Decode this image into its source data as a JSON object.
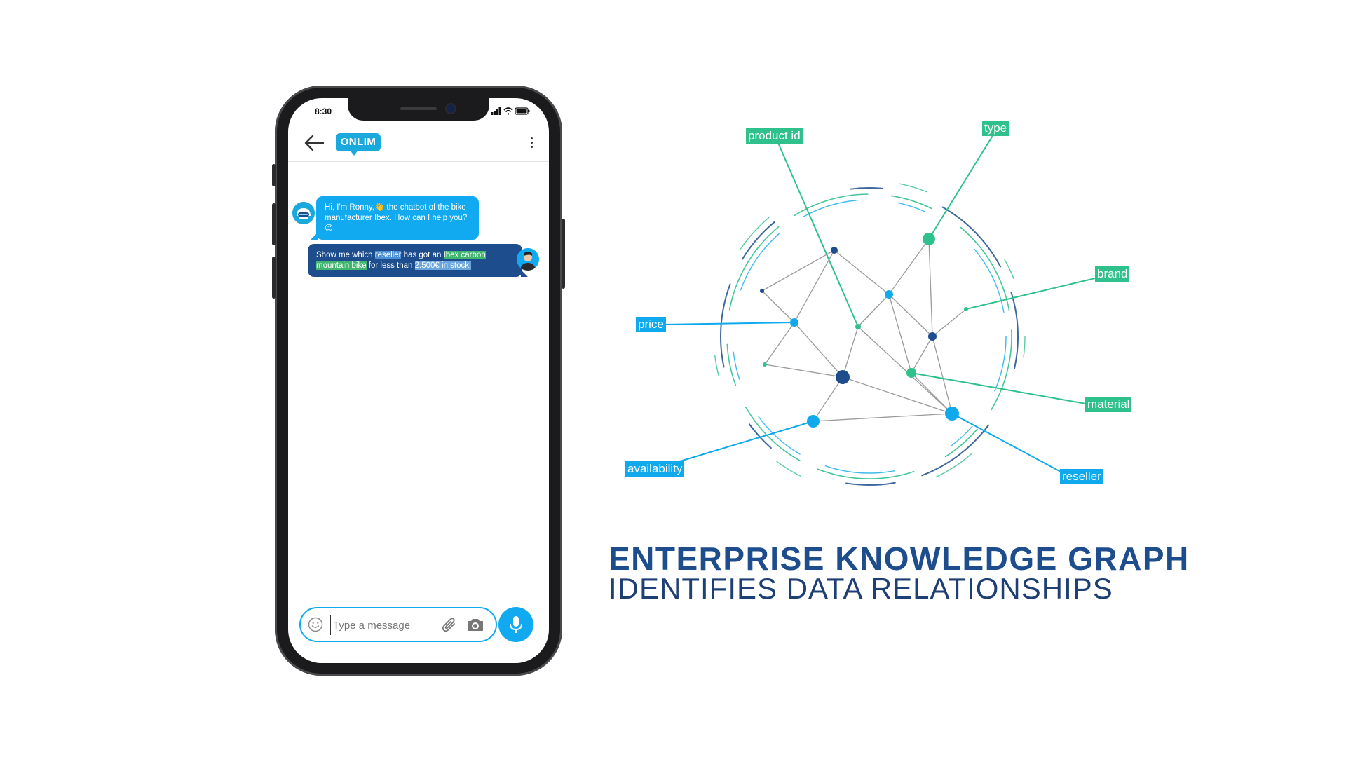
{
  "phone": {
    "status_time": "8:30",
    "status_icons": [
      "signal-icon",
      "wifi-icon",
      "battery-icon"
    ],
    "header": {
      "back_icon": "back-arrow-icon",
      "logo_text": "ONLIM",
      "menu_icon": "kebab-menu-icon"
    },
    "messages": [
      {
        "from": "bot",
        "segments": [
          {
            "text": "Hi, I'm Ronny,👋 the chatbot of the bike manufacturer Ibex. How can I help you?😊",
            "highlight": ""
          }
        ]
      },
      {
        "from": "user",
        "segments": [
          {
            "text": "Show me which ",
            "highlight": ""
          },
          {
            "text": "reseller",
            "highlight": "blue"
          },
          {
            "text": " has got an ",
            "highlight": ""
          },
          {
            "text": "Ibex carbon mountain bike",
            "highlight": "green"
          },
          {
            "text": " for less than ",
            "highlight": ""
          },
          {
            "text": "2.500€ in stock.",
            "highlight": "lightblue"
          }
        ]
      }
    ],
    "composer": {
      "placeholder": "Type a message",
      "value": ""
    }
  },
  "graph": {
    "labels": {
      "product_id": "product id",
      "type": "type",
      "brand": "brand",
      "price": "price",
      "material": "material",
      "availability": "availability",
      "reseller": "reseller"
    },
    "colors": {
      "green": "#2fc18c",
      "blue": "#0fa9ec",
      "navy": "#1d4d8c"
    }
  },
  "headline": "ENTERPRISE KNOWLEDGE GRAPH",
  "subline": "IDENTIFIES DATA RELATIONSHIPS"
}
